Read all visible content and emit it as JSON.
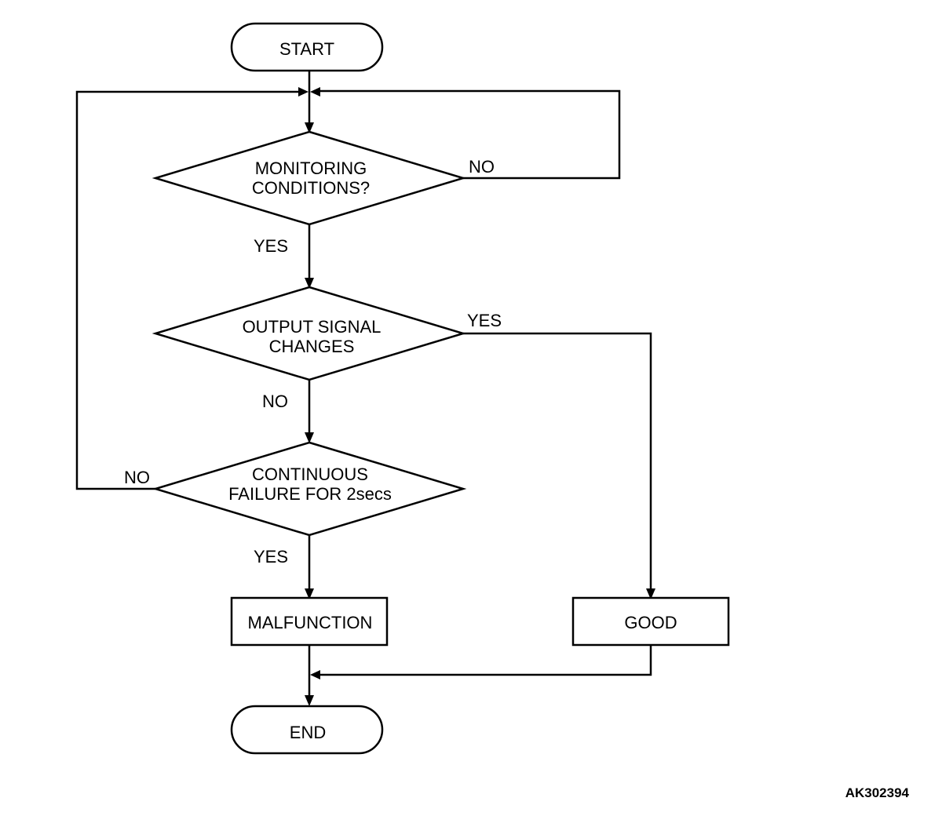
{
  "flowchart": {
    "nodes": {
      "start": {
        "label": "START"
      },
      "monitoring": {
        "line1": "MONITORING",
        "line2": "CONDITIONS?"
      },
      "output_signal": {
        "line1": "OUTPUT SIGNAL",
        "line2": "CHANGES"
      },
      "continuous_failure": {
        "line1": "CONTINUOUS",
        "line2": "FAILURE FOR 2secs"
      },
      "malfunction": {
        "label": "MALFUNCTION"
      },
      "good": {
        "label": "GOOD"
      },
      "end": {
        "label": "END"
      }
    },
    "edges": {
      "monitoring_no": "NO",
      "monitoring_yes": "YES",
      "output_yes": "YES",
      "output_no": "NO",
      "failure_no": "NO",
      "failure_yes": "YES"
    },
    "figure_id": "AK302394"
  }
}
